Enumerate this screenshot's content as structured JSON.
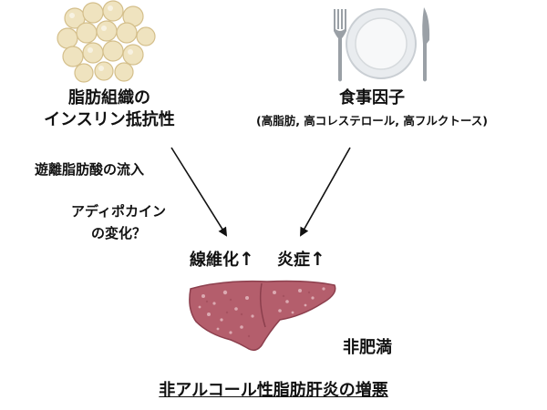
{
  "left_box": {
    "line1": "脂肪組織の",
    "line2": "インスリン抵抗性"
  },
  "right_box": {
    "line1": "食事因子",
    "line2": "(高脂肪, 高コレステロール, 高フルクトース)"
  },
  "annotations": {
    "ffa_influx": "遊離脂肪酸の流入",
    "adipokine_line1": "アディポカイン",
    "adipokine_line2": "の変化？"
  },
  "liver_labels": {
    "fibrosis": "線維化",
    "inflammation": "炎症",
    "up_arrow": "↑",
    "non_obese": "非肥満"
  },
  "bottom_caption": "非アルコール性脂肪肝炎の増悪",
  "colors": {
    "fat_cell": "#efe3bf",
    "fat_cell_stroke": "#d7c28f",
    "liver": "#b45e6c",
    "liver_dark": "#8c3f4d"
  },
  "icons": [
    "fat-cells-icon",
    "plate-cutlery-icon",
    "liver-icon"
  ]
}
